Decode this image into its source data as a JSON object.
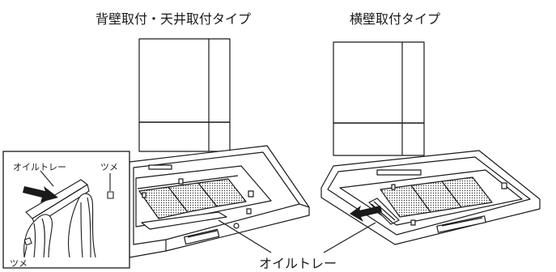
{
  "titles": {
    "left": "背壁取付・天井取付タイプ",
    "right": "横壁取付タイプ"
  },
  "labels": {
    "oil_tray_bottom": "オイルトレー",
    "inset_oil_tray": "オイルトレー",
    "inset_claw_top": "ツメ",
    "inset_claw_bottom": "ツメ"
  },
  "icons": {
    "push_arrow": "arrow-right-icon",
    "pull_arrow": "arrow-left-icon"
  },
  "colors": {
    "line": "#1a1a1a",
    "background": "#ffffff"
  }
}
